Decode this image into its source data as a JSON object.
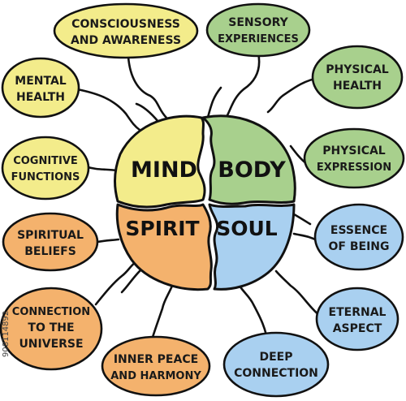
{
  "colors": {
    "green": "#a8d08d",
    "yellow": "#f3ec8b",
    "orange": "#f4b26d",
    "blue": "#a9d0f0",
    "outline": "#111111"
  },
  "core": {
    "mind": "MIND",
    "body": "BODY",
    "spirit": "SPIRIT",
    "soul": "SOUL"
  },
  "nodes": {
    "consciousness": {
      "line1": "CONSCIOUSNESS",
      "line2": "AND AWARENESS"
    },
    "sensory": {
      "line1": "SENSORY",
      "line2": "EXPERIENCES"
    },
    "mental": {
      "line1": "MENTAL",
      "line2": "HEALTH"
    },
    "physical_health": {
      "line1": "PHYSICAL",
      "line2": "HEALTH"
    },
    "cognitive": {
      "line1": "COGNITIVE",
      "line2": "FUNCTIONS"
    },
    "physical_expression": {
      "line1": "PHYSICAL",
      "line2": "EXPRESSION"
    },
    "spiritual": {
      "line1": "SPIRITUAL",
      "line2": "BELIEFS"
    },
    "essence": {
      "line1": "ESSENCE",
      "line2": "OF BEING"
    },
    "connection": {
      "line1": "CONNECTION",
      "line2": "TO THE",
      "line3": "UNIVERSE"
    },
    "eternal": {
      "line1": "ETERNAL",
      "line2": "ASPECT"
    },
    "inner_peace": {
      "line1": "INNER PEACE",
      "line2": "AND HARMONY"
    },
    "deep": {
      "line1": "DEEP",
      "line2": "CONNECTION"
    }
  },
  "watermark": "908114892"
}
